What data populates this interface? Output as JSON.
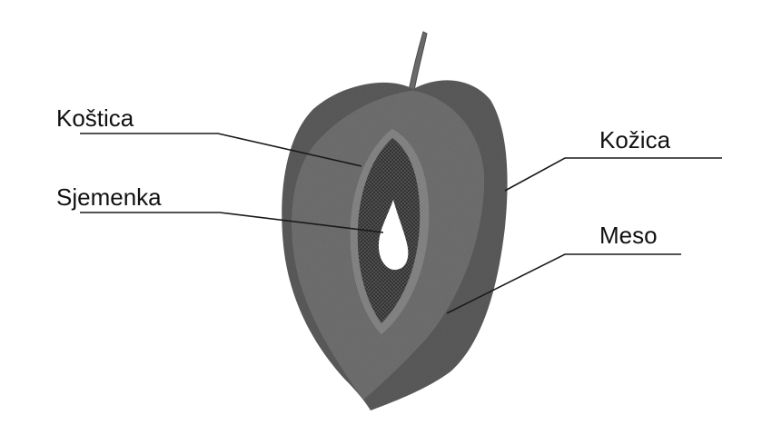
{
  "labels": {
    "kostica": "Koštica",
    "sjemenka": "Sjemenka",
    "kozica": "Kožica",
    "meso": "Meso"
  },
  "colors": {
    "background": "#ffffff",
    "flesh": "#6f6f6f",
    "skin": "#5e5e5e",
    "pit": "#4a4a4a",
    "pit_rim": "#8a8a8a",
    "seed": "#ffffff",
    "ink": "#1a1a1a"
  }
}
